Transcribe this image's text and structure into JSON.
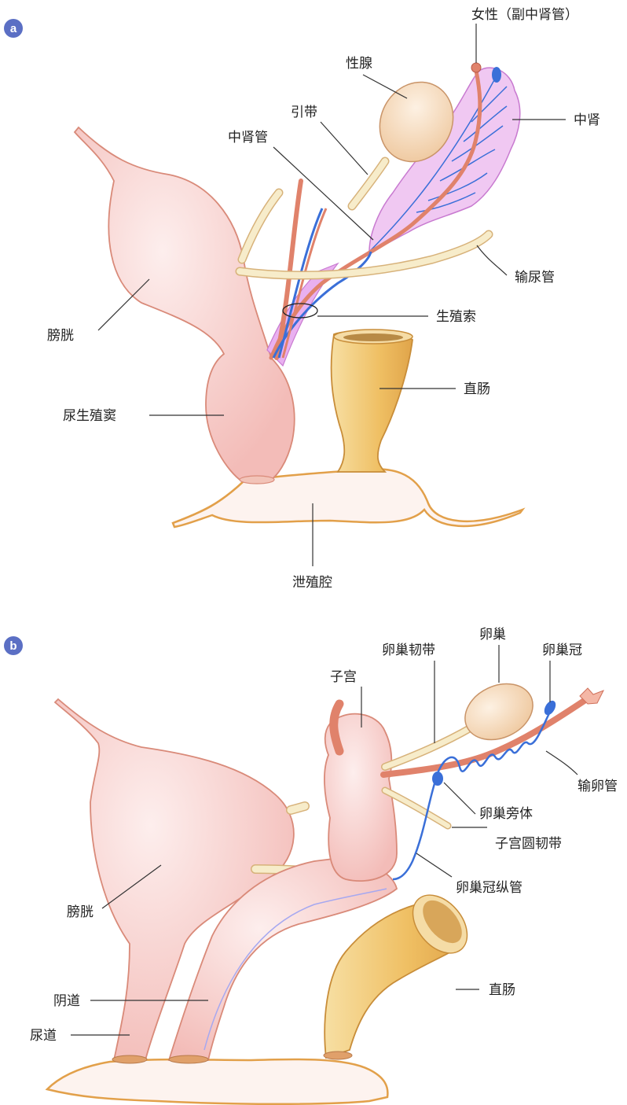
{
  "panels": [
    {
      "badge": "a",
      "labels": {
        "female_paramesonephric": "女性（副中肾管）",
        "gonad": "性腺",
        "gubernaculum": "引带",
        "mesonephric_duct": "中肾管",
        "mesonephros": "中肾",
        "ureter": "输尿管",
        "bladder": "膀胱",
        "genital_cord": "生殖索",
        "rectum": "直肠",
        "urogenital_sinus": "尿生殖窦",
        "cloaca": "泄殖腔"
      }
    },
    {
      "badge": "b",
      "labels": {
        "ovary": "卵巢",
        "ovarian_ligament": "卵巢韧带",
        "epoophoron": "卵巢冠",
        "uterus": "子宫",
        "oviduct": "输卵管",
        "paroophoron": "卵巢旁体",
        "round_ligament": "子宫圆韧带",
        "gartner_duct": "卵巢冠纵管",
        "bladder": "膀胱",
        "rectum": "直肠",
        "vagina": "阴道",
        "urethra": "尿道"
      }
    }
  ],
  "colors": {
    "badge": "#5b6fc4",
    "organ_pink": "#f6c9c6",
    "organ_outline": "#d9866f",
    "duct_red": "#e0826b",
    "duct_blue": "#3a6fd8",
    "mesonephros_purple": "#e9b5ef",
    "rectum_yellow": "#f0c56e",
    "gonad_tan": "#f3d6b3",
    "ureter_cream": "#f6e7bf"
  }
}
